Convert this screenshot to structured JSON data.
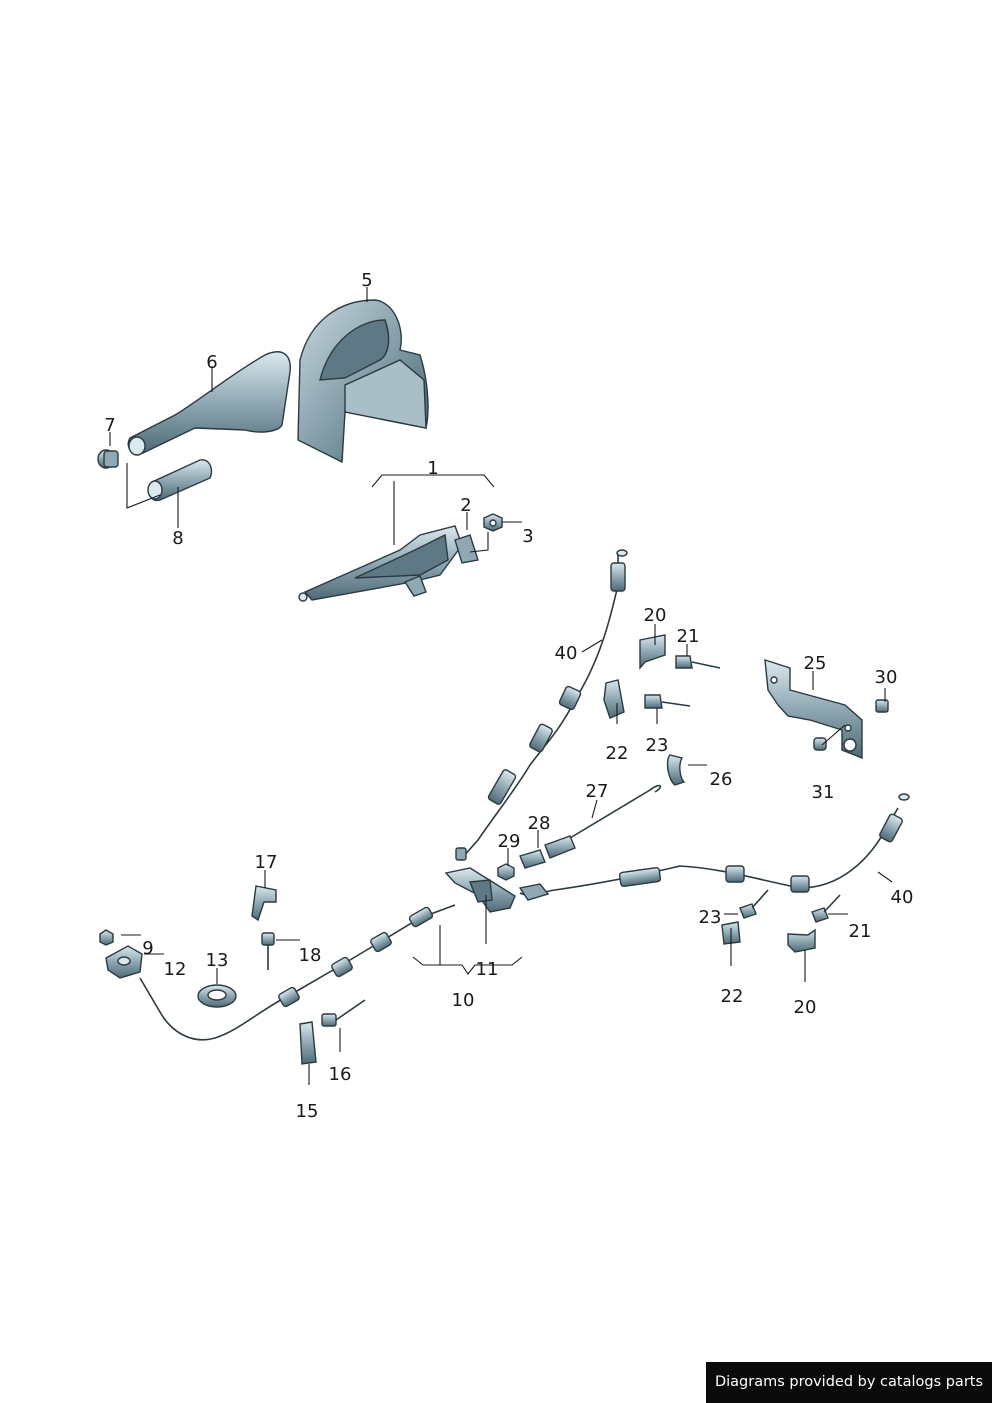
{
  "callouts": {
    "c1": "1",
    "c2": "2",
    "c3": "3",
    "c5": "5",
    "c6": "6",
    "c7": "7",
    "c8": "8",
    "c9": "9",
    "c10": "10",
    "c11": "11",
    "c12": "12",
    "c13": "13",
    "c15": "15",
    "c16": "16",
    "c17": "17",
    "c18": "18",
    "c20a": "20",
    "c20b": "20",
    "c21a": "21",
    "c21b": "21",
    "c22a": "22",
    "c22b": "22",
    "c23a": "23",
    "c23b": "23",
    "c25": "25",
    "c26": "26",
    "c27": "27",
    "c28": "28",
    "c29": "29",
    "c30": "30",
    "c31": "31",
    "c40a": "40",
    "c40b": "40"
  },
  "watermark": {
    "text": "Diagrams provided by catalogs parts"
  },
  "colors": {
    "part_fill": "#8fa8b3",
    "part_dark": "#4f6a76",
    "part_light": "#d4e3e9",
    "outline": "#2b3a40"
  }
}
